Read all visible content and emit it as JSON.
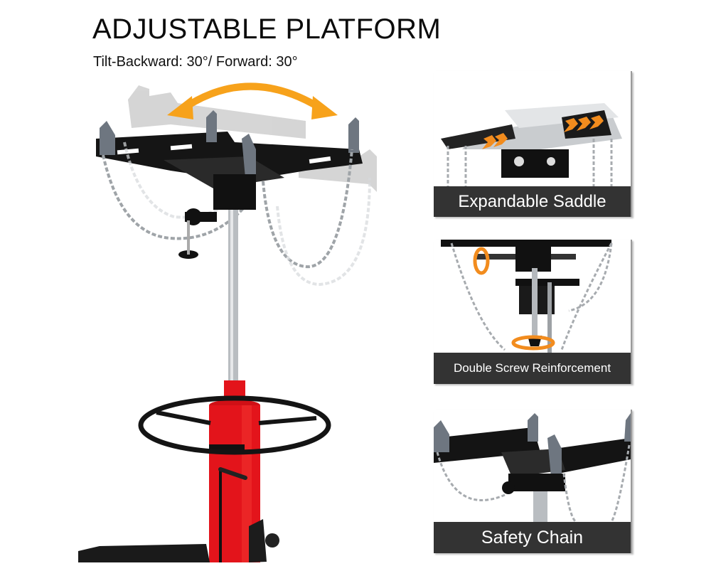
{
  "header": {
    "title": "ADJUSTABLE PLATFORM",
    "subtitle": "Tilt-Backward: 30°/ Forward: 30°"
  },
  "main_image": {
    "description": "Transmission jack with tilting saddle platform, safety chains, red hydraulic cylinder, foot ring and pedal base",
    "tilt_arrow_color": "#f7a21b",
    "cylinder_color": "#e3141b",
    "saddle_color": "#111111"
  },
  "feature_panels": [
    {
      "label": "Expandable Saddle",
      "icon": "expand-chevrons-icon"
    },
    {
      "label": "Double Screw Reinforcement",
      "icon": "rotate-arrow-icon"
    },
    {
      "label": "Safety Chain",
      "icon": "chain-icon"
    }
  ],
  "colors": {
    "banner_bg": "#333333",
    "banner_text": "#ffffff",
    "accent_orange": "#f7a21b",
    "text": "#0b0b0b"
  }
}
